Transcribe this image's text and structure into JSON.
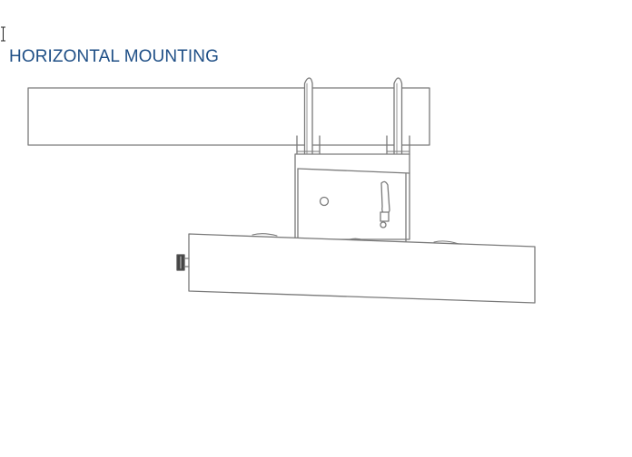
{
  "document": {
    "heading": "HORIZONTAL MOUNTING",
    "heading_color": "#1f4f86"
  },
  "figure": {
    "description": "Line drawing of a fixture mounted horizontally beneath a pipe using U-bolts and a bracket",
    "parts": [
      {
        "name": "pipe",
        "label": ""
      },
      {
        "name": "u-bolt-left",
        "label": ""
      },
      {
        "name": "u-bolt-right",
        "label": ""
      },
      {
        "name": "mounting-bracket",
        "label": ""
      },
      {
        "name": "bracket-pivot-hole",
        "label": ""
      },
      {
        "name": "bracket-adjust-slot",
        "label": ""
      },
      {
        "name": "fixture-body",
        "label": ""
      },
      {
        "name": "cable-connector",
        "label": ""
      }
    ],
    "line_color": "#7a7a7a"
  },
  "cursor": {
    "icon": "text-cursor-icon"
  }
}
